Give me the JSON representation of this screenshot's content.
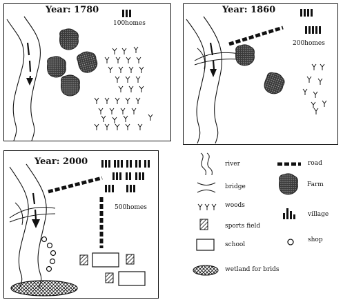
{
  "maps": {
    "m1780": {
      "year": "Year: 1780",
      "homes": "100homes"
    },
    "m1860": {
      "year": "Year: 1860",
      "homes": "200homes"
    },
    "m2000": {
      "year": "Year: 2000",
      "homes": "500homes"
    }
  },
  "legend": {
    "river": "river",
    "bridge": "bridge",
    "woods": "woods",
    "sports_field": "sports field",
    "school": "school",
    "wetland": "wetland for brids",
    "road": "road",
    "farm": "Farm",
    "village": "village",
    "shop": "shop"
  },
  "icons": {
    "river": "wavy-double-line-icon",
    "bridge": "crossed-curves-icon",
    "woods": "y-mark-icon",
    "sports_field": "hatched-square-icon",
    "school": "open-rectangle-icon",
    "wetland": "crosshatched-ellipse-icon",
    "road": "dashed-bold-line-icon",
    "farm": "textured-blob-icon",
    "village": "bar-cluster-icon",
    "shop": "small-circle-icon"
  }
}
